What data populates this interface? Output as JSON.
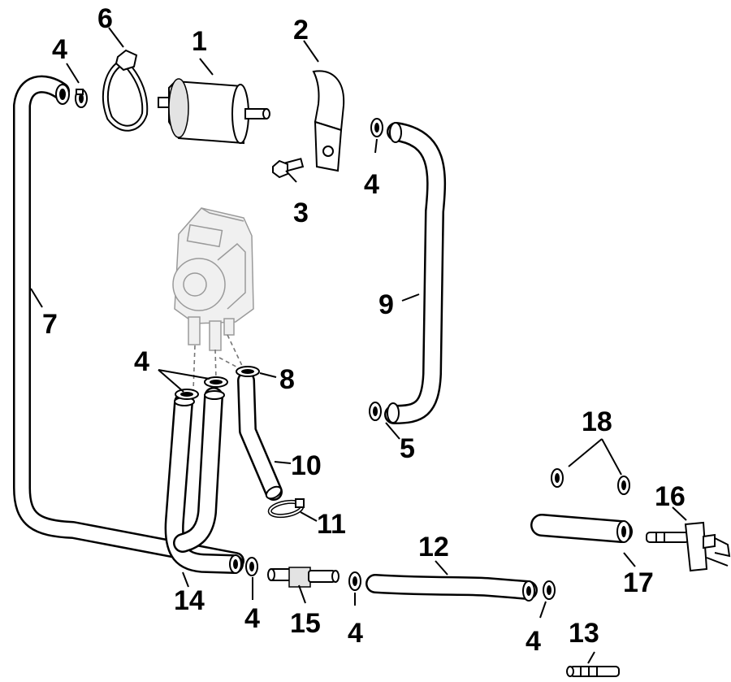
{
  "diagram": {
    "callouts": [
      {
        "id": "c1",
        "text": "1"
      },
      {
        "id": "c2",
        "text": "2"
      },
      {
        "id": "c3",
        "text": "3"
      },
      {
        "id": "c4a",
        "text": "4"
      },
      {
        "id": "c4b",
        "text": "4"
      },
      {
        "id": "c4c",
        "text": "4"
      },
      {
        "id": "c4d",
        "text": "4"
      },
      {
        "id": "c4e",
        "text": "4"
      },
      {
        "id": "c4f",
        "text": "4"
      },
      {
        "id": "c5",
        "text": "5"
      },
      {
        "id": "c6",
        "text": "6"
      },
      {
        "id": "c7",
        "text": "7"
      },
      {
        "id": "c8",
        "text": "8"
      },
      {
        "id": "c9",
        "text": "9"
      },
      {
        "id": "c10",
        "text": "10"
      },
      {
        "id": "c11",
        "text": "11"
      },
      {
        "id": "c12",
        "text": "12"
      },
      {
        "id": "c13",
        "text": "13"
      },
      {
        "id": "c14",
        "text": "14"
      },
      {
        "id": "c15",
        "text": "15"
      },
      {
        "id": "c16",
        "text": "16"
      },
      {
        "id": "c17",
        "text": "17"
      },
      {
        "id": "c18",
        "text": "18"
      }
    ]
  }
}
